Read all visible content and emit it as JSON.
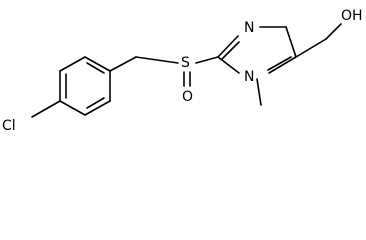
{
  "molecule": {
    "labels": {
      "chlorine": "Cl",
      "sulfur": "S",
      "sulfoxide_oxygen": "O",
      "ring_nitrogen_top": "N",
      "ring_nitrogen_methyl": "N",
      "hydroxyl": "OH"
    },
    "colors": {
      "bond": "#000000",
      "text": "#000000",
      "background": "#ffffff"
    }
  }
}
